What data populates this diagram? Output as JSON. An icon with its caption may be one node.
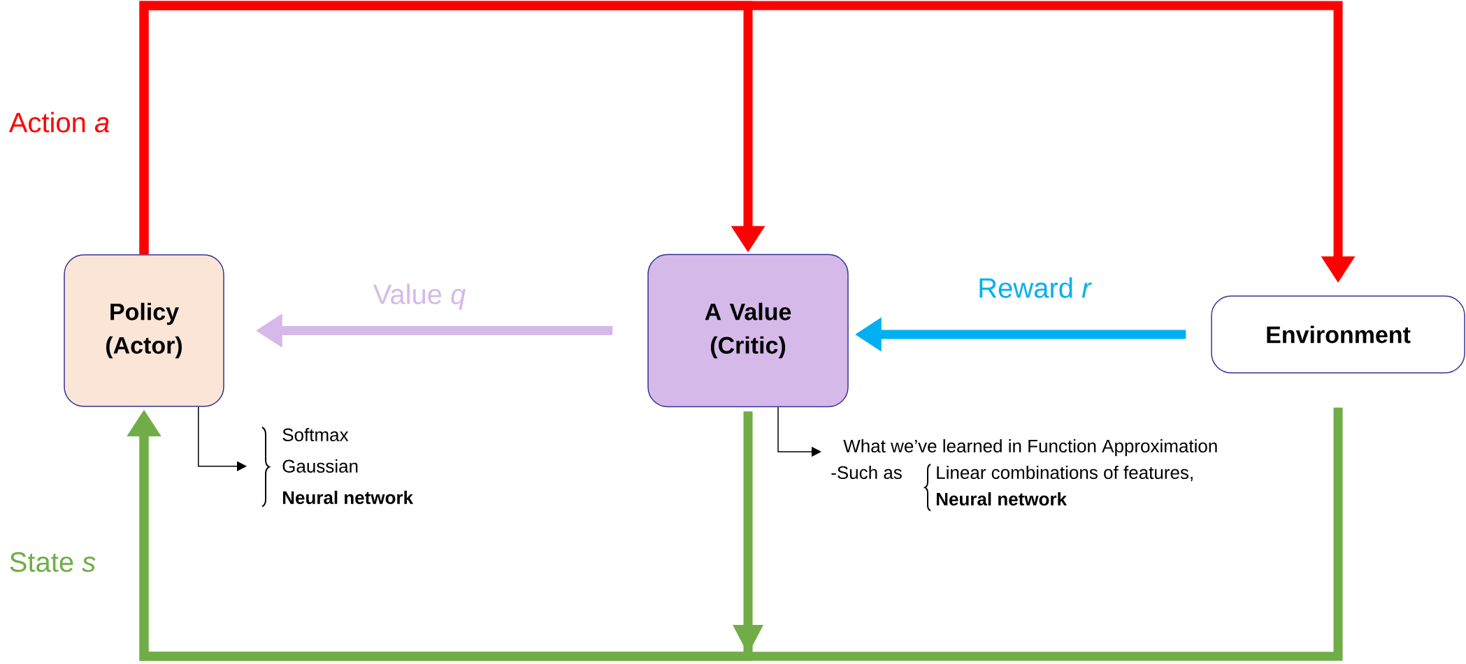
{
  "diagram": {
    "nodes": [
      {
        "text": [
          "Policy (Actor)"
        ]
      },
      {
        "text": [
          "A Value (Critic)"
        ]
      },
      {
        "text": [
          "Environment"
        ]
      },
      {
        "text": [
          "Softmax",
          "Gaussian",
          "Neural network"
        ]
      },
      {
        "text": [
          "What we’ve learned in Function Approximation",
          "-Such as",
          "Linear combinations of features,",
          "Neural network"
        ]
      }
    ],
    "edges": [
      {
        "from": 0,
        "to": 1,
        "arrow": "to",
        "label": "Action *a*",
        "color": "#ff0000"
      },
      {
        "from": 0,
        "to": 2,
        "arrow": "to",
        "color": "#ff0000"
      },
      {
        "from": 1,
        "to": 0,
        "arrow": "to",
        "label": "Value *q*",
        "color": "#d5b9e9"
      },
      {
        "from": 2,
        "to": 1,
        "arrow": "to",
        "label": "Reward *r*",
        "color": "#00b0f0"
      },
      {
        "from": 1,
        "to": 0,
        "arrow": "to",
        "label": "State *s*",
        "color": "#70ad47"
      },
      {
        "from": 2,
        "to": 0,
        "arrow": "to",
        "color": "#70ad47"
      },
      {
        "from": 0,
        "to": 3,
        "arrow": "to",
        "color": "#000000"
      },
      {
        "from": 1,
        "to": 4,
        "arrow": "to",
        "color": "#000000"
      }
    ]
  }
}
